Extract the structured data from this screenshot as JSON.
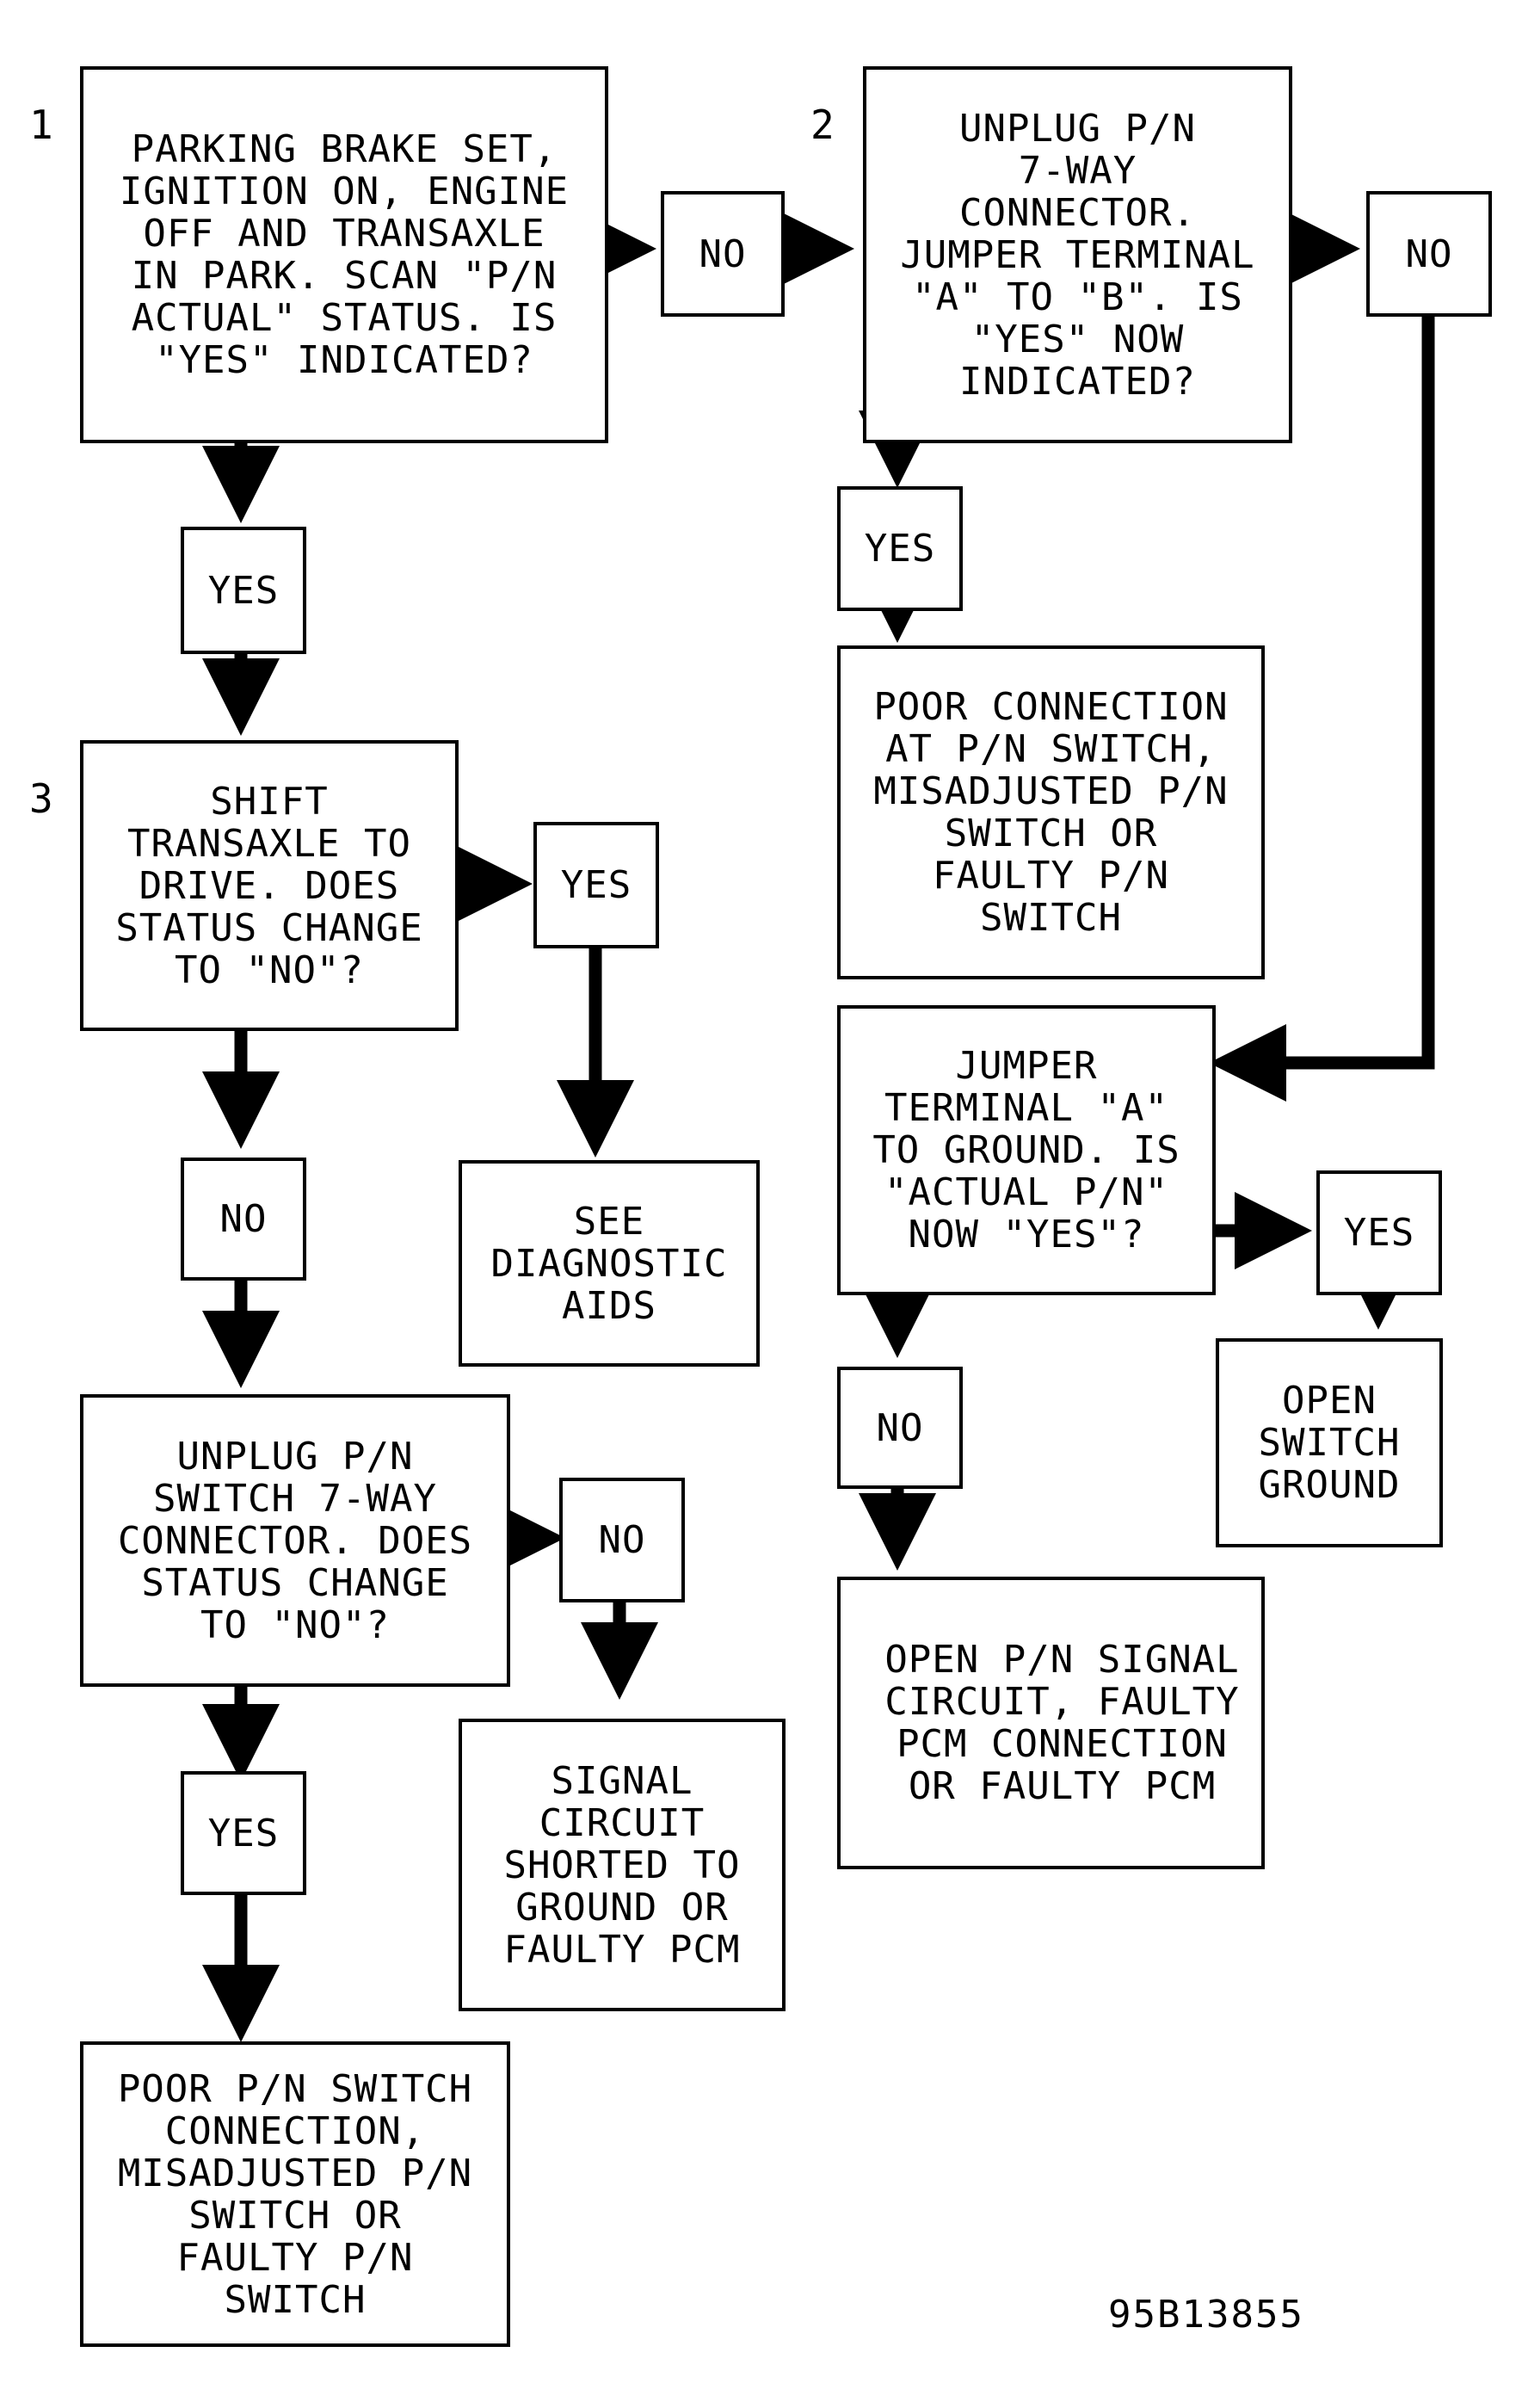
{
  "step_numbers": {
    "s1": "1",
    "s2": "2",
    "s3": "3"
  },
  "decisions": {
    "d1": [
      "PARKING BRAKE SET,",
      "IGNITION ON, ENGINE",
      "OFF AND TRANSAXLE",
      "IN PARK. SCAN \"P/N",
      "ACTUAL\" STATUS. IS",
      "\"YES\" INDICATED?"
    ],
    "d2": [
      "UNPLUG P/N",
      "7-WAY",
      "CONNECTOR.",
      "JUMPER TERMINAL",
      "\"A\" TO \"B\". IS",
      "\"YES\" NOW",
      "INDICATED?"
    ],
    "d3": [
      "SHIFT",
      "TRANSAXLE TO",
      "DRIVE. DOES",
      "STATUS CHANGE",
      "TO \"NO\"?"
    ],
    "d4": [
      "JUMPER",
      "TERMINAL \"A\"",
      "TO GROUND. IS",
      "\"ACTUAL P/N\"",
      "NOW \"YES\"?"
    ],
    "d5": [
      "UNPLUG P/N",
      "SWITCH 7-WAY",
      "CONNECTOR. DOES",
      "STATUS CHANGE",
      "TO \"NO\"?"
    ]
  },
  "results": {
    "r_poor_conn_2": [
      "POOR CONNECTION",
      "AT P/N SWITCH,",
      "MISADJUSTED P/N",
      "SWITCH OR",
      "FAULTY P/N",
      "SWITCH"
    ],
    "r_diag_aids": [
      "SEE",
      "DIAGNOSTIC",
      "AIDS"
    ],
    "r_open_ground": [
      "OPEN",
      "SWITCH",
      "GROUND"
    ],
    "r_open_signal": [
      "OPEN P/N SIGNAL",
      "CIRCUIT, FAULTY",
      "PCM CONNECTION",
      "OR FAULTY PCM"
    ],
    "r_signal_short": [
      "SIGNAL",
      "CIRCUIT",
      "SHORTED TO",
      "GROUND OR",
      "FAULTY PCM"
    ],
    "r_poor_conn_5": [
      "POOR P/N SWITCH",
      "CONNECTION,",
      "MISADJUSTED P/N",
      "SWITCH OR",
      "FAULTY P/N",
      "SWITCH"
    ]
  },
  "answers": {
    "a1_no": "NO",
    "a1_yes": "YES",
    "a2_no": "NO",
    "a2_yes": "YES",
    "a3_yes": "YES",
    "a3_no": "NO",
    "a4_yes": "YES",
    "a4_no": "NO",
    "a5_no": "NO",
    "a5_yes": "YES"
  },
  "figure_code": "95B13855"
}
